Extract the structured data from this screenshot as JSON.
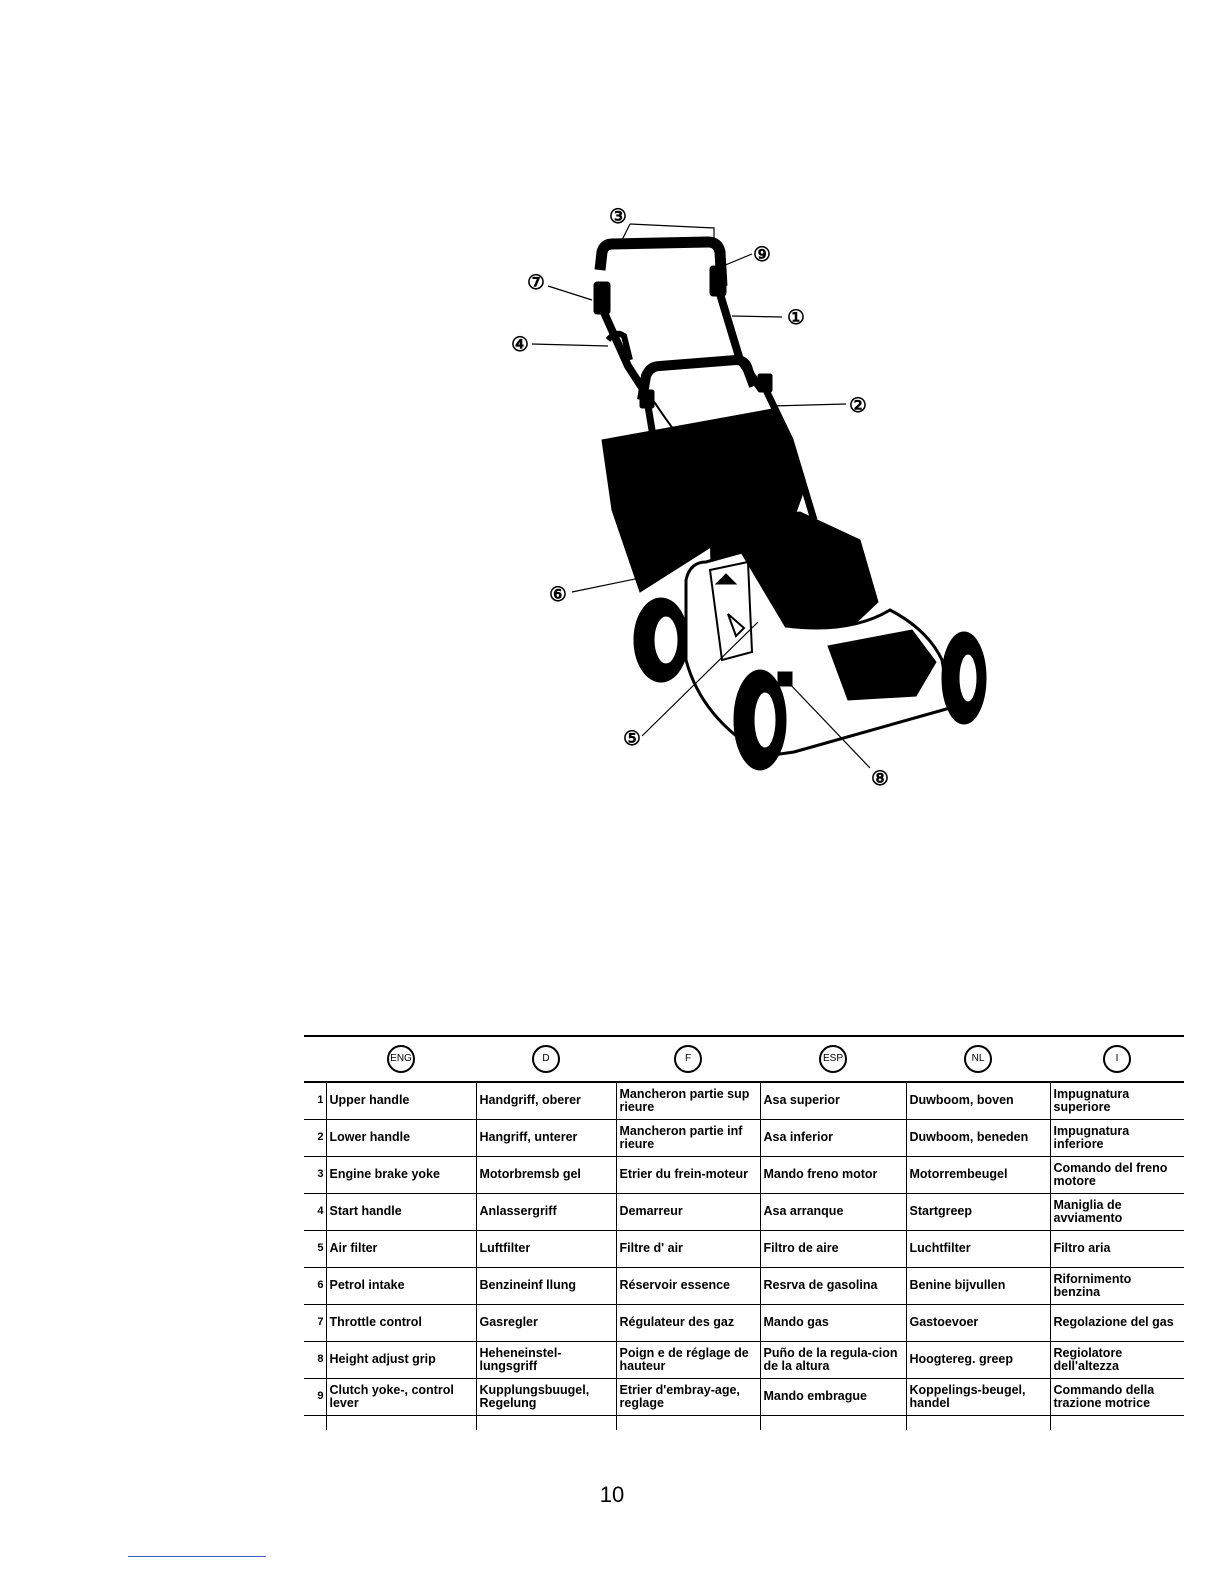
{
  "figure": {
    "callouts": [
      {
        "label": "③"
      },
      {
        "label": "⑨"
      },
      {
        "label": "⑦"
      },
      {
        "label": "①"
      },
      {
        "label": "④"
      },
      {
        "label": "②"
      },
      {
        "label": "⑥"
      },
      {
        "label": "⑤"
      },
      {
        "label": "⑧"
      }
    ]
  },
  "table": {
    "headers": [
      "ENG",
      "D",
      "F",
      "ESP",
      "NL",
      "I"
    ],
    "rows": [
      {
        "num": "1",
        "cells": [
          "Upper handle",
          "Handgriff, oberer",
          "Mancheron partie sup rieure",
          "Asa superior",
          "Duwboom, boven",
          "Impugnatura superiore"
        ]
      },
      {
        "num": "2",
        "cells": [
          "Lower handle",
          "Hangriff, unterer",
          "Mancheron partie inf rieure",
          "Asa inferior",
          "Duwboom, beneden",
          "Impugnatura inferiore"
        ]
      },
      {
        "num": "3",
        "cells": [
          "Engine brake yoke",
          "Motorbremsb gel",
          "Etrier du frein-moteur",
          "Mando freno motor",
          "Motorrembeugel",
          "Comando del freno motore"
        ]
      },
      {
        "num": "4",
        "cells": [
          "Start handle",
          "Anlassergriff",
          "Demarreur",
          "Asa arranque",
          "Startgreep",
          "Maniglia de avviamento"
        ]
      },
      {
        "num": "5",
        "cells": [
          "Air filter",
          "Luftfilter",
          "Filtre d' air",
          "Filtro de aire",
          "Luchtfilter",
          "Filtro aria"
        ]
      },
      {
        "num": "6",
        "cells": [
          "Petrol intake",
          "Benzineinf llung",
          "Réservoir essence",
          "Resrva de gasolina",
          "Benine bijvullen",
          "Rifornimento benzina"
        ]
      },
      {
        "num": "7",
        "cells": [
          "Throttle control",
          "Gasregler",
          "Régulateur des gaz",
          "Mando gas",
          "Gastoevoer",
          "Regolazione del gas"
        ]
      },
      {
        "num": "8",
        "cells": [
          "Height adjust grip",
          "Heheneinstel-lungsgriff",
          "Poign e de réglage de hauteur",
          "Puño de la regula-cion de la altura",
          "Hoogtereg. greep",
          "Regiolatore dell'altezza"
        ]
      },
      {
        "num": "9",
        "cells": [
          "Clutch yoke-, control lever",
          "Kupplungsbuugel, Regelung",
          "Etrier d'embray-age, reglage",
          "Mando embrague",
          "Koppelings-beugel, handel",
          "Commando della trazione motrice"
        ]
      }
    ]
  },
  "page_number": "10"
}
